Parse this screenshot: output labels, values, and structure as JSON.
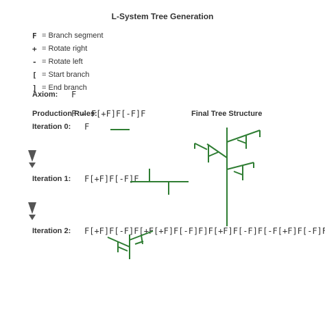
{
  "title": "L-System Tree Generation",
  "legend": [
    {
      "symbol": "F",
      "meaning": "= Branch segment"
    },
    {
      "symbol": "+",
      "meaning": "= Rotate right"
    },
    {
      "symbol": "-",
      "meaning": "= Rotate left"
    },
    {
      "symbol": "[",
      "meaning": "= Start branch"
    },
    {
      "symbol": "]",
      "meaning": "= End branch"
    }
  ],
  "axiom": {
    "label": "Axiom:",
    "value": "F"
  },
  "production": {
    "label": "Production Rules:",
    "value": "F → F[+F]F[-F]F"
  },
  "final_title": "Final Tree Structure",
  "iterations": [
    {
      "label": "Iteration 0:",
      "string": "F"
    },
    {
      "label": "Iteration 1:",
      "string": "F[+F]F[-F]F"
    },
    {
      "label": "Iteration 2:",
      "string": "F[+F]F[-F]F[+F[+F]F[-F]F]F[+F]F[-F]F[-F[+F]F[-F]F]F[+F]F[-F]F"
    }
  ],
  "colors": {
    "branch": "#2e7d32",
    "arrow": "#555555",
    "text": "#333333"
  }
}
